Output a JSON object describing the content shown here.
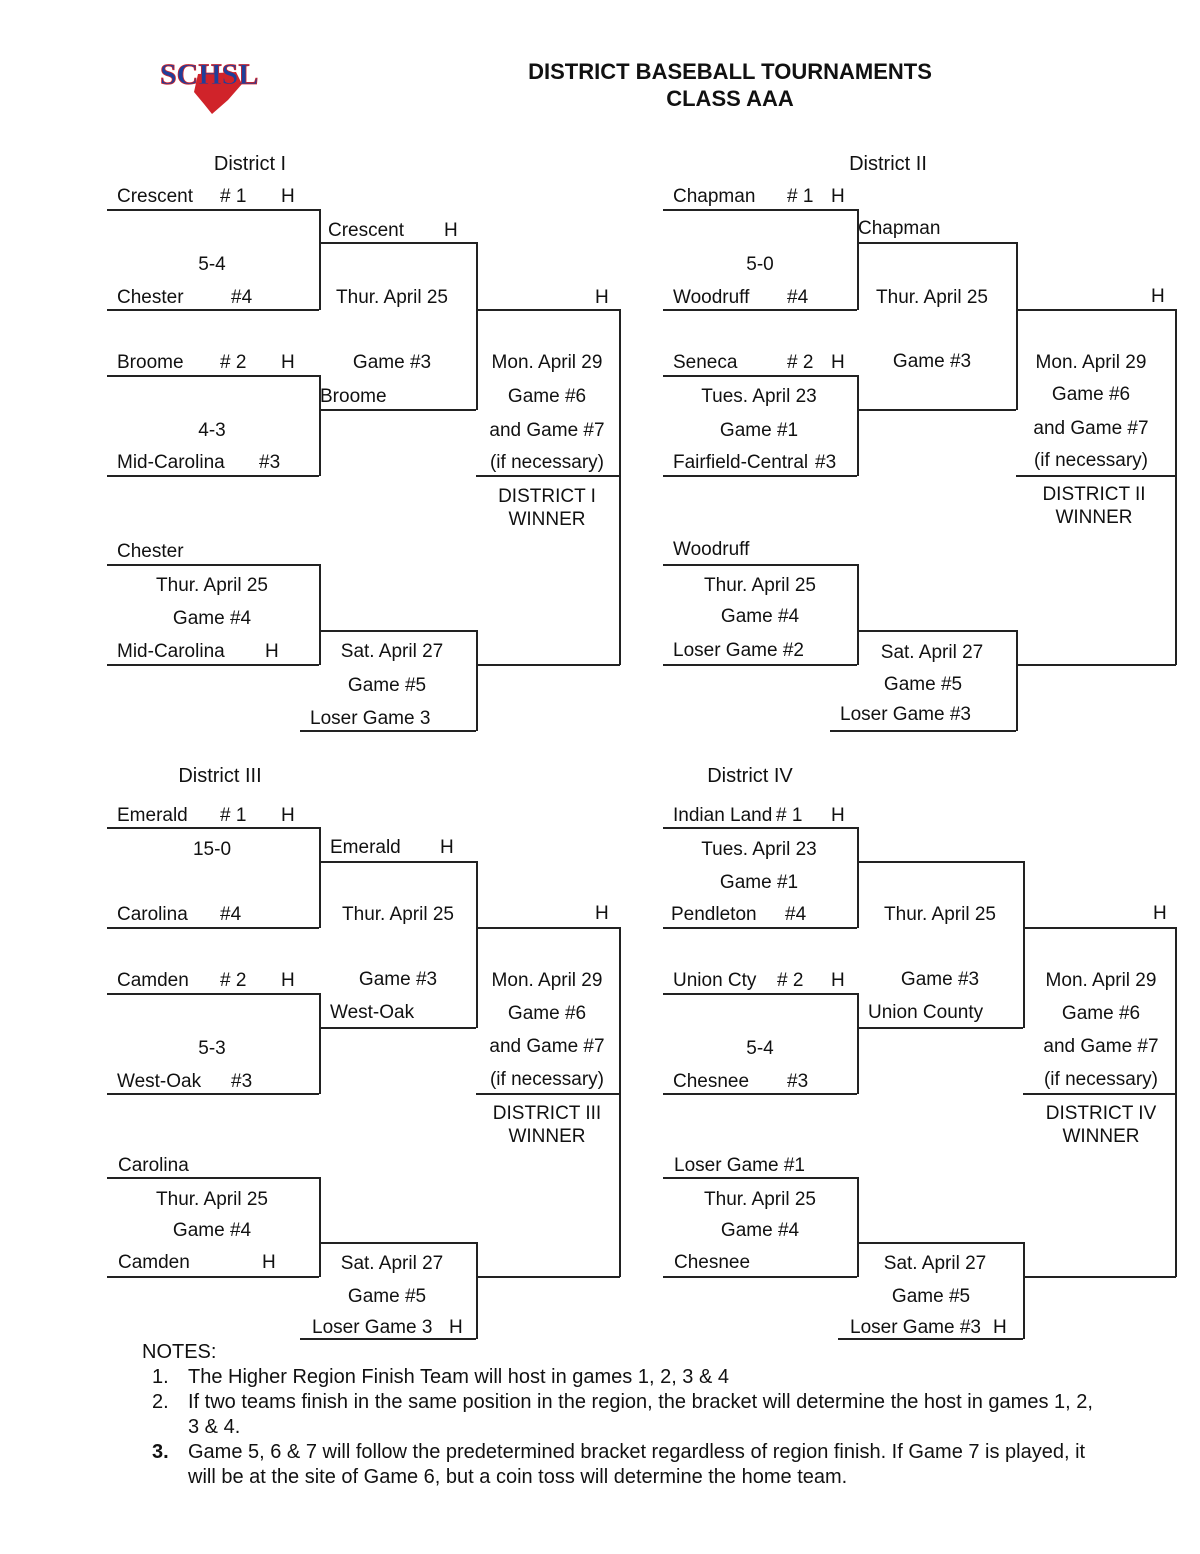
{
  "logo": {
    "text": "SCHSL"
  },
  "header": {
    "title": "DISTRICT BASEBALL TOURNAMENTS",
    "subtitle": "CLASS AAA"
  },
  "host_marker": "H",
  "districts": [
    {
      "name": "District I",
      "r1": [
        {
          "top": "Crescent",
          "top_seed": "# 1",
          "top_host": "H",
          "score": "5-4",
          "bottom": "Chester",
          "bottom_seed": "#4"
        },
        {
          "top": "Broome",
          "top_seed": "# 2",
          "top_host": "H",
          "score": "4-3",
          "bottom": "Mid-Carolina",
          "bottom_seed": "#3"
        }
      ],
      "g3": {
        "top": "Crescent",
        "top_host": "H",
        "date": "Thur. April 25",
        "label": "Game #3",
        "bottom": "Broome"
      },
      "g6": {
        "host": "H",
        "date": "Mon. April 29",
        "game": "Game #6",
        "and": "and Game #7",
        "cond": "(if necessary)",
        "winner1": "DISTRICT I",
        "winner2": "WINNER"
      },
      "g4": {
        "top": "Chester",
        "date": "Thur. April 25",
        "label": "Game #4",
        "bottom": "Mid-Carolina",
        "bottom_host": "H"
      },
      "g5": {
        "date": "Sat. April 27",
        "label": "Game #5",
        "bottom": "Loser Game 3",
        "bottom_host": ""
      }
    },
    {
      "name": "District II",
      "r1": [
        {
          "top": "Chapman",
          "top_seed": "# 1",
          "top_host": "H",
          "score": "5-0",
          "bottom": "Woodruff",
          "bottom_seed": "#4"
        },
        {
          "top": "Seneca",
          "top_seed": "# 2",
          "top_host": "H",
          "date": "Tues. April 23",
          "game": "Game #1",
          "bottom": "Fairfield-Central",
          "bottom_seed": "#3"
        }
      ],
      "g3": {
        "top": "Chapman",
        "top_host": "",
        "date": "Thur. April 25",
        "label": "Game #3",
        "bottom": ""
      },
      "g6": {
        "host": "H",
        "date": "Mon. April 29",
        "game": "Game #6",
        "and": "and Game #7",
        "cond": "(if necessary)",
        "winner1": "DISTRICT II",
        "winner2": "WINNER"
      },
      "g4": {
        "top": "Woodruff",
        "date": "Thur. April 25",
        "label": "Game #4",
        "bottom": "Loser Game #2",
        "bottom_host": ""
      },
      "g5": {
        "date": "Sat. April 27",
        "label": "Game #5",
        "bottom": "Loser Game #3",
        "bottom_host": ""
      }
    },
    {
      "name": "District III",
      "r1": [
        {
          "top": "Emerald",
          "top_seed": "# 1",
          "top_host": "H",
          "score": "15-0",
          "bottom": "Carolina",
          "bottom_seed": "#4"
        },
        {
          "top": "Camden",
          "top_seed": "# 2",
          "top_host": "H",
          "score": "5-3",
          "bottom": "West-Oak",
          "bottom_seed": "#3"
        }
      ],
      "g3": {
        "top": "Emerald",
        "top_host": "H",
        "date": "Thur. April 25",
        "label": "Game #3",
        "bottom": "West-Oak"
      },
      "g6": {
        "host": "H",
        "date": "Mon. April 29",
        "game": "Game #6",
        "and": "and Game #7",
        "cond": "(if necessary)",
        "winner1": "DISTRICT III",
        "winner2": "WINNER"
      },
      "g4": {
        "top": "Carolina",
        "date": "Thur. April 25",
        "label": "Game #4",
        "bottom": "Camden",
        "bottom_host": "H"
      },
      "g5": {
        "date": "Sat. April 27",
        "label": "Game #5",
        "bottom": "Loser Game 3",
        "bottom_host": "H"
      }
    },
    {
      "name": "District IV",
      "r1": [
        {
          "top": "Indian Land",
          "top_seed": "# 1",
          "top_host": "H",
          "date": "Tues. April 23",
          "game": "Game #1",
          "bottom": "Pendleton",
          "bottom_seed": "#4"
        },
        {
          "top": "Union Cty",
          "top_seed": "# 2",
          "top_host": "H",
          "score": "5-4",
          "bottom": "Chesnee",
          "bottom_seed": "#3"
        }
      ],
      "g3": {
        "top": "",
        "top_host": "",
        "date": "Thur. April 25",
        "label": "Game #3",
        "bottom": "Union County"
      },
      "g6": {
        "host": "H",
        "date": "Mon. April 29",
        "game": "Game #6",
        "and": "and Game #7",
        "cond": "(if necessary)",
        "winner1": "DISTRICT IV",
        "winner2": "WINNER"
      },
      "g4": {
        "top": "Loser Game #1",
        "date": "Thur. April 25",
        "label": "Game #4",
        "bottom": "Chesnee",
        "bottom_host": ""
      },
      "g5": {
        "date": "Sat. April 27",
        "label": "Game #5",
        "bottom": "Loser Game #3",
        "bottom_host": "H"
      }
    }
  ],
  "notes": {
    "heading": "NOTES:",
    "items": [
      {
        "num": "1.",
        "text": "The Higher Region Finish Team will host in games 1, 2, 3 & 4"
      },
      {
        "num": "2.",
        "text": "If two teams finish in the same position in the region, the bracket will determine the host in games 1, 2, 3 & 4."
      },
      {
        "num": "3.",
        "text": "Game 5, 6 & 7 will follow the predetermined bracket regardless of region finish. If Game 7 is played, it will be at the site of Game 6, but a coin toss will determine the home team."
      }
    ]
  }
}
